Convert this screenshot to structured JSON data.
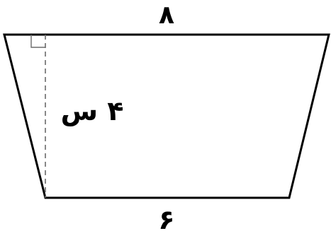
{
  "diagram": {
    "shape": "trapezoid",
    "labels": {
      "top_base": "٨",
      "bottom_base": "۶",
      "height": "۴ س"
    },
    "has_right_angle_marker": true,
    "height_line_style": "dashed",
    "colors": {
      "stroke": "#000000",
      "dashed": "#6b6b6b",
      "background": "#ffffff"
    }
  }
}
